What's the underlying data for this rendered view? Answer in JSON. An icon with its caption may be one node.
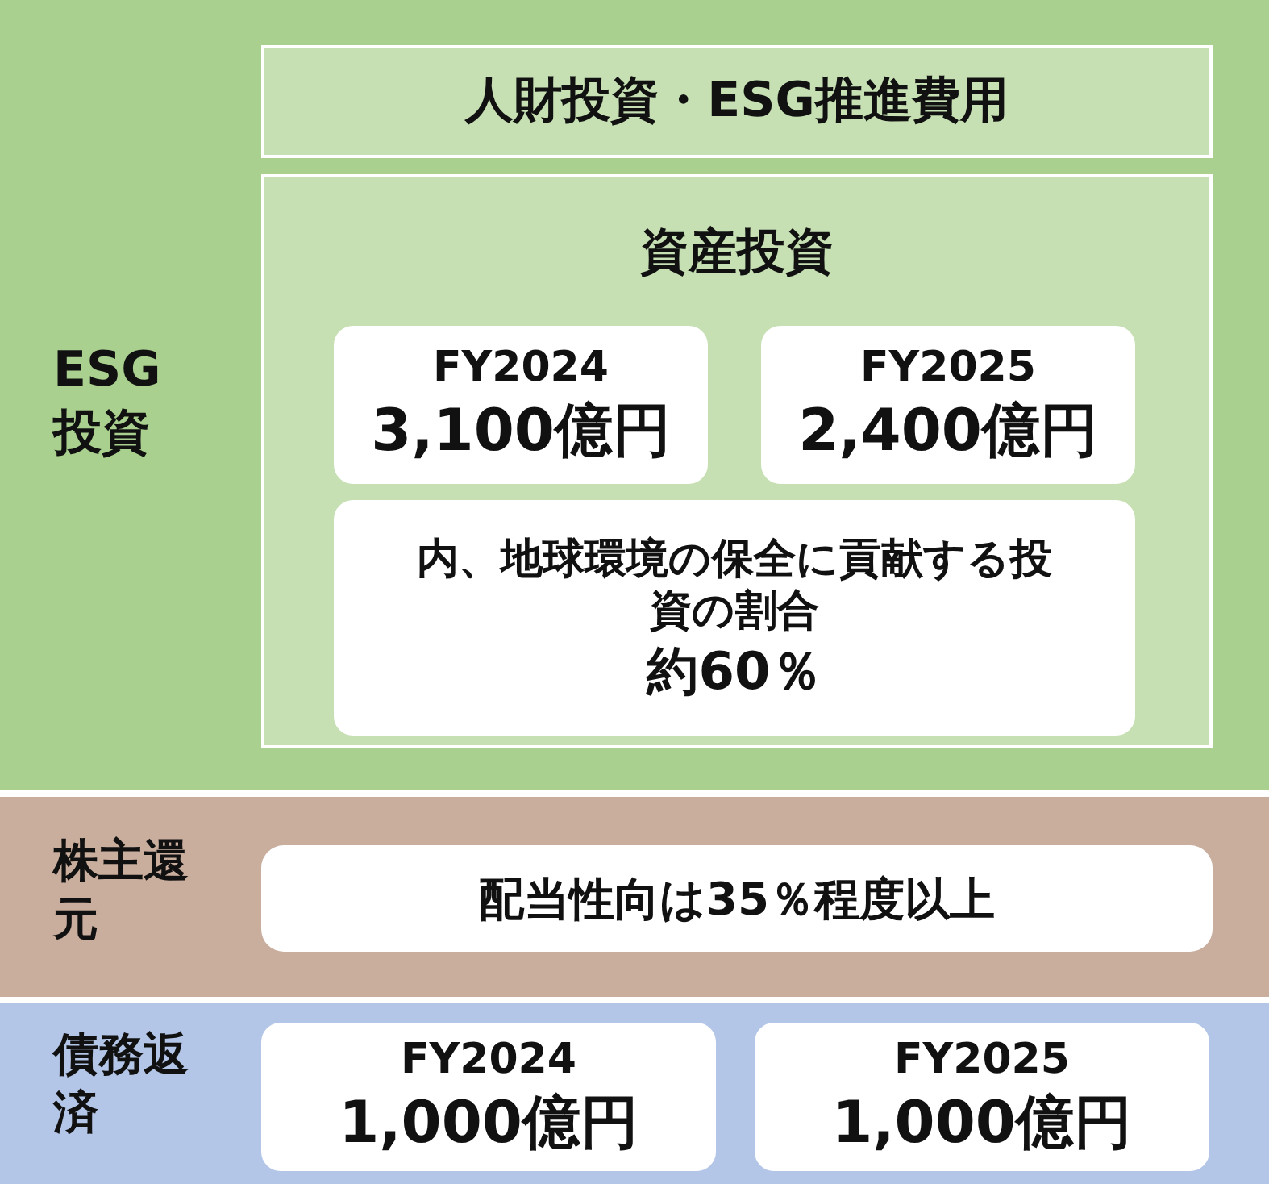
{
  "diagram": {
    "nodes": [
      {
        "text": [
          "ESG投資"
        ]
      },
      {
        "text": [
          "人財投資・ESG推進費用"
        ],
        "in": 0
      },
      {
        "text": [
          "資産投資"
        ],
        "in": 0
      },
      {
        "text": [
          "FY2024",
          "3,100億円"
        ],
        "in": 2
      },
      {
        "text": [
          "FY2025",
          "2,400億円"
        ],
        "in": 2
      },
      {
        "text": [
          "内、地球環境の保全に貢献する投資の割合",
          "約60％"
        ],
        "in": 2
      },
      {
        "text": [
          "株主還元"
        ]
      },
      {
        "text": [
          "配当性向は35％程度以上"
        ],
        "in": 6
      },
      {
        "text": [
          "債務返済"
        ]
      },
      {
        "text": [
          "FY2024",
          "1,000億円"
        ],
        "in": 8
      },
      {
        "text": [
          "FY2025",
          "1,000億円"
        ],
        "in": 8
      }
    ]
  }
}
